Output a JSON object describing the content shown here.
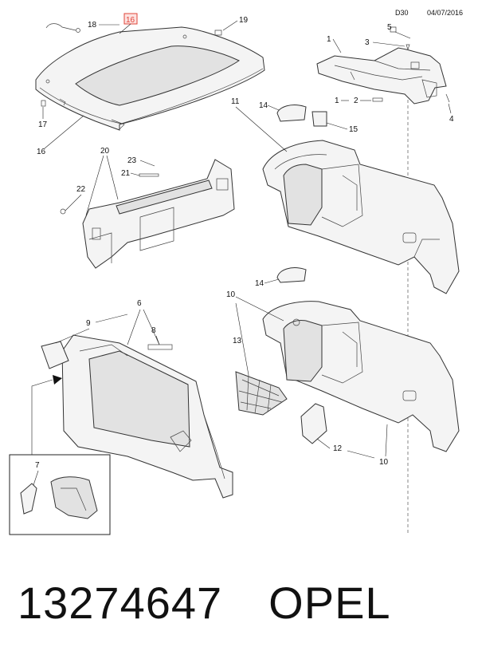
{
  "header": {
    "code": "D30",
    "date": "04/07/2016"
  },
  "callouts": {
    "c1a": "1",
    "c1b": "1",
    "c2": "2",
    "c3": "3",
    "c4": "4",
    "c5": "5",
    "c6": "6",
    "c7": "7",
    "c8": "8",
    "c9": "9",
    "c10a": "10",
    "c10b": "10",
    "c11": "11",
    "c12": "12",
    "c13": "13",
    "c14a": "14",
    "c14b": "14",
    "c15": "15",
    "c16a": "16",
    "c16b": "16",
    "c17": "17",
    "c18": "18",
    "c19": "19",
    "c20": "20",
    "c21": "21",
    "c22": "22",
    "c23": "23"
  },
  "highlight": {
    "callout": "16",
    "color": "#e0453a"
  },
  "footer": {
    "part_number": "13274647",
    "brand": "OPEL"
  }
}
